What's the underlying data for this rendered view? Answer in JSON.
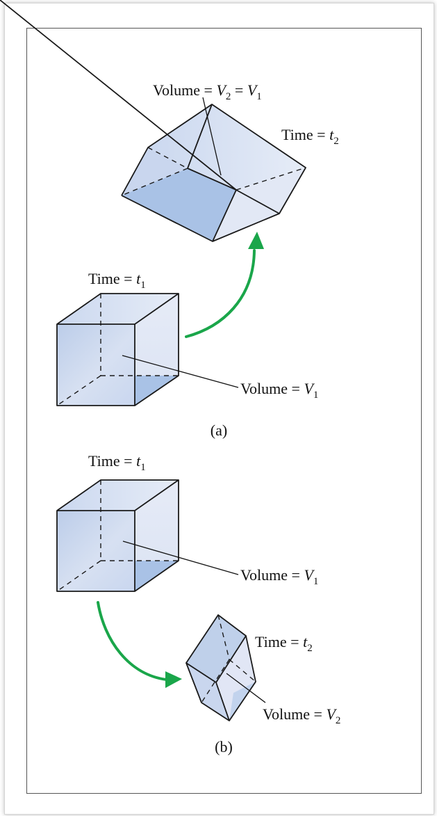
{
  "panel_a": {
    "caption": "(a)",
    "deformed": {
      "time_label": "Time = ",
      "time_var": "t",
      "time_sub": "2",
      "volume_label": "Volume = ",
      "volume_var_1": "V",
      "volume_sub_1": "2",
      "volume_eq": " = ",
      "volume_var_2": "V",
      "volume_sub_2": "1"
    },
    "cube": {
      "time_label": "Time = ",
      "time_var": "t",
      "time_sub": "1",
      "volume_label": "Volume = ",
      "volume_var": "V",
      "volume_sub": "1"
    }
  },
  "panel_b": {
    "caption": "(b)",
    "cube": {
      "time_label": "Time = ",
      "time_var": "t",
      "time_sub": "1",
      "volume_label": "Volume = ",
      "volume_var": "V",
      "volume_sub": "1"
    },
    "deformed": {
      "time_label": "Time = ",
      "time_var": "t",
      "time_sub": "2",
      "volume_label": "Volume = ",
      "volume_var": "V",
      "volume_sub": "2"
    }
  },
  "colors": {
    "face_front": "#bfd0ea",
    "face_light": "#e3e9f6",
    "face_dark": "#a9c2e6",
    "arrow": "#1aa64a"
  }
}
